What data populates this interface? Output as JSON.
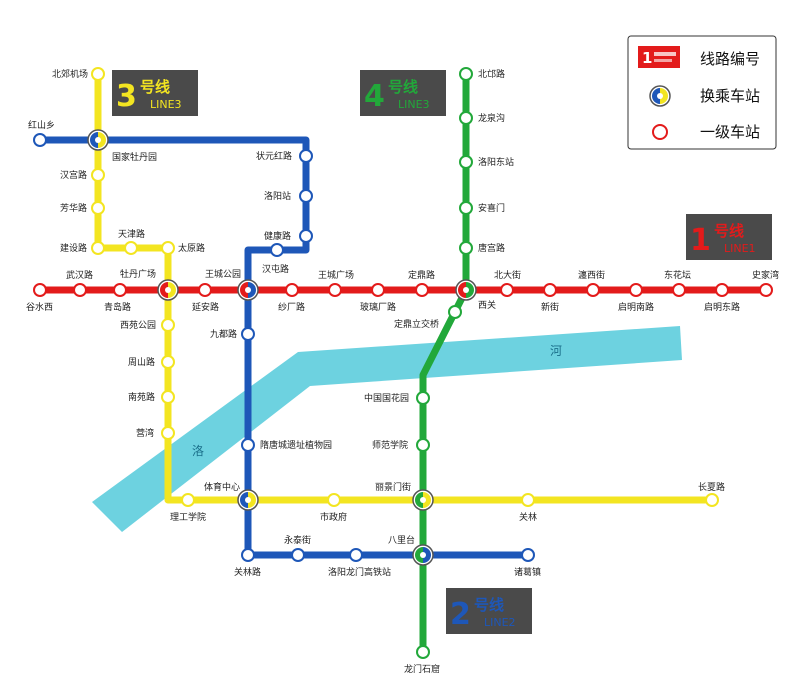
{
  "colors": {
    "line1": "#e31b1b",
    "line2": "#22a83a",
    "line3": "#f3e521",
    "line4": "#1e57b8",
    "river": "#6dd2e0",
    "badge_bg": "#4a4a4a"
  },
  "legend": {
    "items": [
      {
        "icon": "line-badge-icon",
        "label": "线路编号"
      },
      {
        "icon": "transfer-station-icon",
        "label": "换乘车站"
      },
      {
        "icon": "station-icon",
        "label": "一级车站"
      }
    ]
  },
  "badges": {
    "line1": {
      "num": "1",
      "cn": "号线",
      "en": "LINE1"
    },
    "line2": {
      "num": "2",
      "cn": "号线",
      "en": "LINE2"
    },
    "line3": {
      "num": "3",
      "cn": "号线",
      "en": "LINE3"
    },
    "line4": {
      "num": "4",
      "cn": "号线",
      "en": "LINE3"
    }
  },
  "river": {
    "chars": [
      "洛",
      "河"
    ]
  },
  "stations": {
    "s_hongshanxiang": "红山乡",
    "s_beijiaojichang": "北郊机场",
    "s_guojiamudanyuan": "国家牡丹园",
    "s_hanguanlu": "汉宫路",
    "s_fangniulu": "芳华路",
    "s_jianshelu": "建设路",
    "s_tianjinlu": "天津路",
    "s_taiyuanlu": "太原路",
    "s_zhuangyuanhonglu": "状元红路",
    "s_luoyangzhan": "洛阳站",
    "s_jiankanglu": "健康路",
    "s_hantunlu": "汉屯路",
    "s_wangchenggongyuan": "王城公园",
    "s_guishuixi": "谷水西",
    "s_wuhanlu": "武汉路",
    "s_qingdaolu": "青岛路",
    "s_mudanguangchang": "牡丹广场",
    "s_yananlu": "延安路",
    "s_shachanglu": "纱厂路",
    "s_wangchengguangchang": "王城广场",
    "s_bolichanglu": "玻璃厂路",
    "s_dingdinglu": "定鼎路",
    "s_xiguan": "西关",
    "s_beidajie": "北大街",
    "s_xinjie": "新街",
    "s_cijianjie": "瀍西街",
    "s_qimingnanlu": "启明南路",
    "s_donghuatan": "东花坛",
    "s_qimingdonglu": "启明东路",
    "s_shijiawan": "史家湾",
    "s_beimanglu": "北邙路",
    "s_longquangou": "龙泉沟",
    "s_luoyangdongzhan": "洛阳东站",
    "s_anximen": "安喜门",
    "s_tanggonglu": "唐宫路",
    "s_dingdinglijiaoqiao": "定鼎立交桥",
    "s_xiyuangongyuan": "西苑公园",
    "s_zhoushanlu": "周山路",
    "s_nanyuanlu": "南苑路",
    "s_hongwan": "营湾",
    "s_jiudulu": "九都路",
    "s_suitang": "隋唐城遗址植物园",
    "s_zhongguoguohuayuan": "中国国花园",
    "s_shifanxueyuan": "师范学院",
    "s_tiyuzhongxin": "体育中心",
    "s_ligongxueyuan": "理工学院",
    "s_shizhengfu": "市政府",
    "s_lidianmenjie": "丽景门街",
    "s_guanlin": "关林",
    "s_changxialu": "长夏路",
    "s_yongtaijie": "永泰街",
    "s_balitai": "八里台",
    "s_guanlinlu": "关林路",
    "s_longmengaotiezhan": "洛阳龙门高铁站",
    "s_zhugecun": "诸葛镇",
    "s_longmenshiku": "龙门石窟"
  }
}
